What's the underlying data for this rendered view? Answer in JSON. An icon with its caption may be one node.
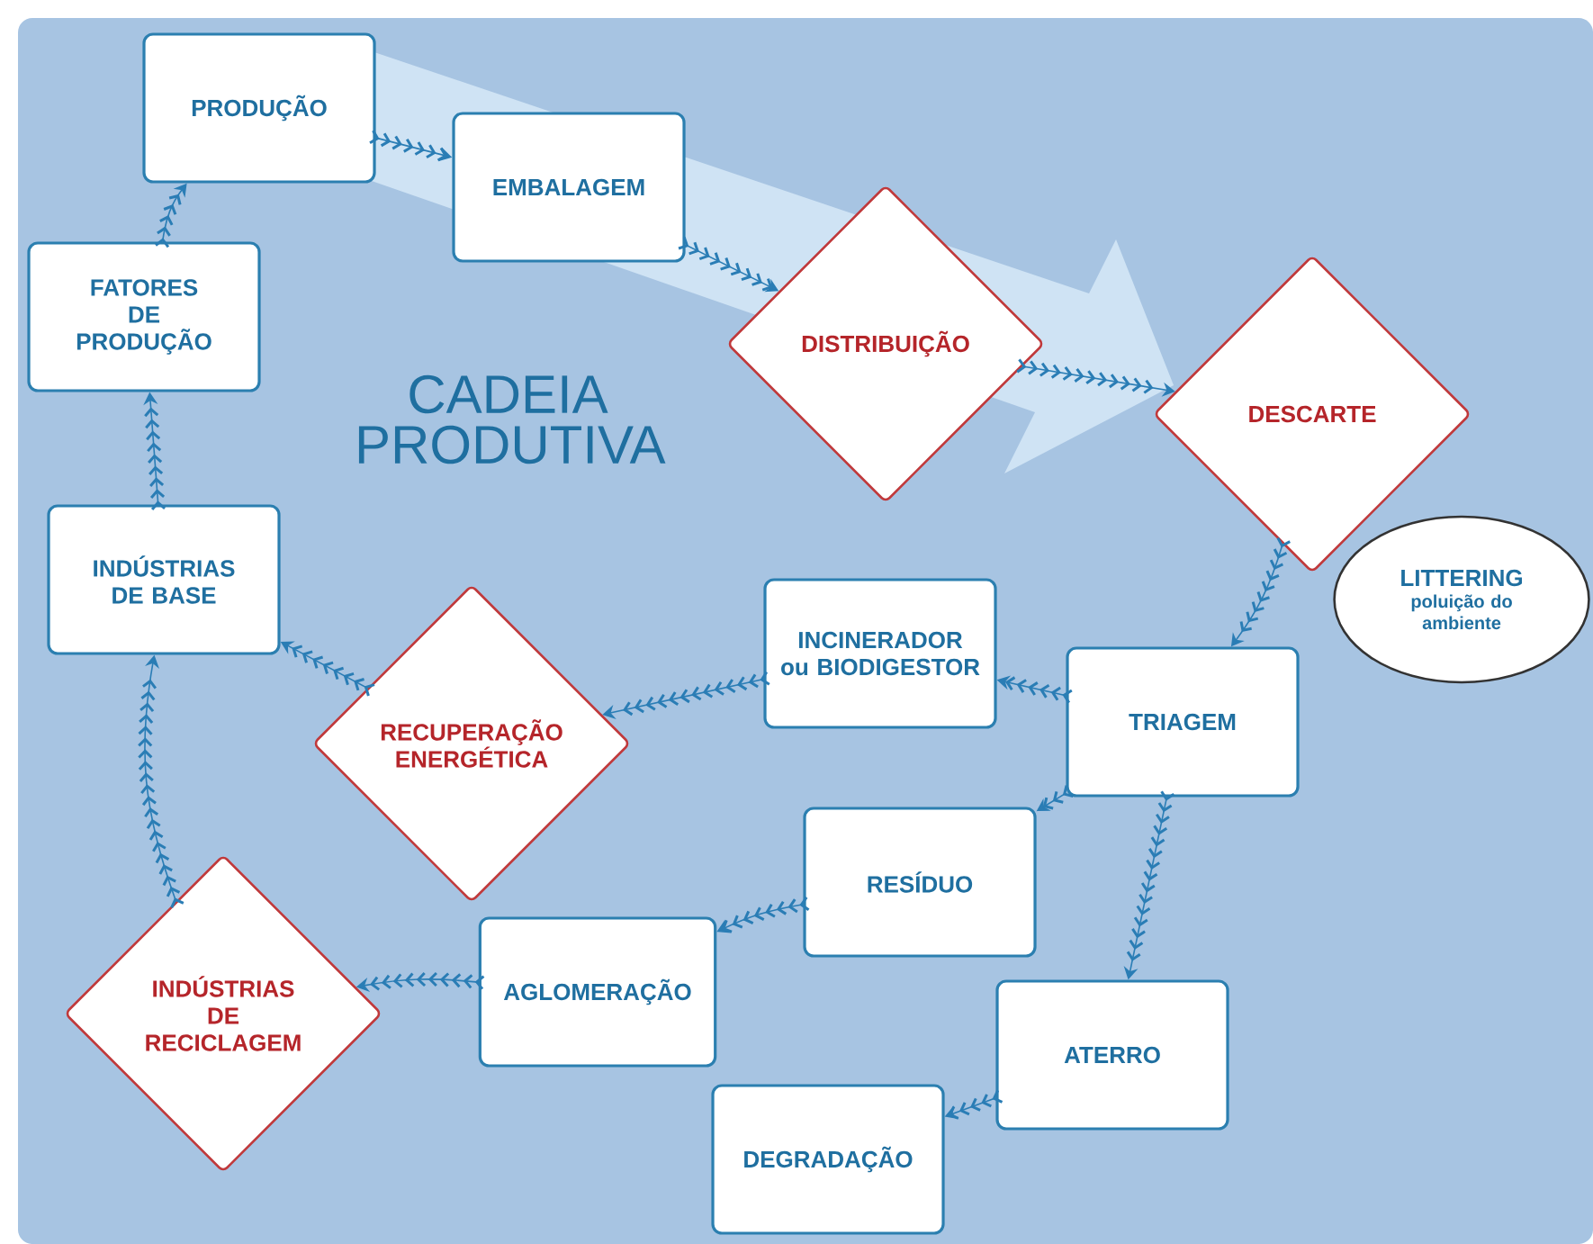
{
  "diagram": {
    "title": "CADEIA PRODUTIVA",
    "nodes": [
      {
        "text": [
          "PRODUÇÃO"
        ]
      },
      {
        "text": [
          "EMBALAGEM"
        ]
      },
      {
        "text": [
          "FATORES DE PRODUÇÃO"
        ]
      },
      {
        "text": [
          "DISTRIBUIÇÃO"
        ]
      },
      {
        "text": [
          "DESCARTE"
        ]
      },
      {
        "text": [
          "INDÚSTRIAS DE BASE"
        ]
      },
      {
        "text": [
          "LITTERING",
          "poluição do ambiente"
        ]
      },
      {
        "text": [
          "INCINERADOR ou BIODIGESTOR"
        ]
      },
      {
        "text": [
          "RECUPERAÇÃO ENERGÉTICA"
        ]
      },
      {
        "text": [
          "TRIAGEM"
        ]
      },
      {
        "text": [
          "RESÍDUO"
        ]
      },
      {
        "text": [
          "INDÚSTRIAS DE RECICLAGEM"
        ]
      },
      {
        "text": [
          "AGLOMERAÇÃO"
        ]
      },
      {
        "text": [
          "ATERRO"
        ]
      },
      {
        "text": [
          "DEGRADAÇÃO"
        ]
      }
    ],
    "edges": [
      {
        "from": 5,
        "to": 2,
        "arrow": "to"
      },
      {
        "from": 2,
        "to": 0,
        "arrow": "to"
      },
      {
        "from": 0,
        "to": 1,
        "arrow": "to"
      },
      {
        "from": 1,
        "to": 3,
        "arrow": "to"
      },
      {
        "from": 3,
        "to": 4,
        "arrow": "to"
      },
      {
        "from": 4,
        "to": 9,
        "arrow": "to"
      },
      {
        "from": 9,
        "to": 7,
        "arrow": "to"
      },
      {
        "from": 7,
        "to": 8,
        "arrow": "to"
      },
      {
        "from": 8,
        "to": 5,
        "arrow": "to"
      },
      {
        "from": 9,
        "to": 10,
        "arrow": "to"
      },
      {
        "from": 10,
        "to": 12,
        "arrow": "to"
      },
      {
        "from": 12,
        "to": 11,
        "arrow": "to"
      },
      {
        "from": 11,
        "to": 5,
        "arrow": "to"
      },
      {
        "from": 9,
        "to": 13,
        "arrow": "to"
      },
      {
        "from": 13,
        "to": 14,
        "arrow": "to"
      }
    ]
  }
}
